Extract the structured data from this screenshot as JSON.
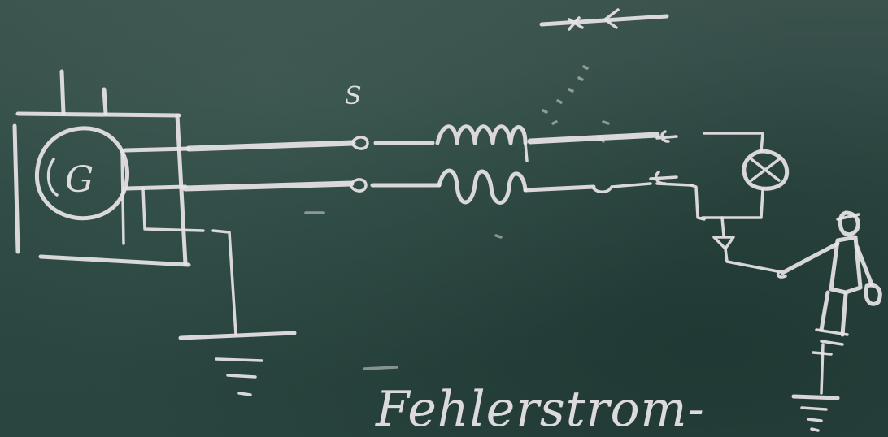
{
  "board": {
    "generator_label": "G",
    "switch_label": "S",
    "caption": "Fehlerstrom-"
  },
  "colors": {
    "board": "#2f4a44",
    "chalk": "#e8e4e6"
  }
}
